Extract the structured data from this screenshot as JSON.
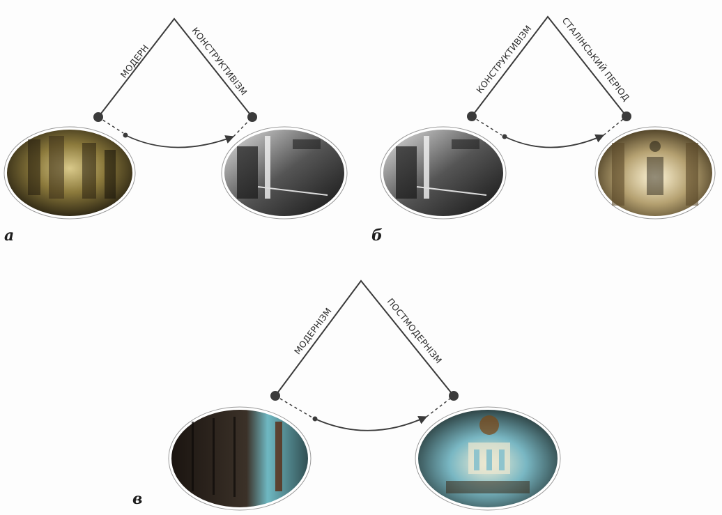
{
  "panels": [
    {
      "letter": "а",
      "left_label": "МОДЕРН",
      "right_label": "КОНСТРУКТИВІЗМ",
      "left_photo": "interior-dark-gold-ornate",
      "right_photo": "interior-black-white-reading-hall"
    },
    {
      "letter": "б",
      "left_label": "КОНСТРУКТИВІЗМ",
      "right_label": "СТАЛІНСЬКИЙ ПЕРІОД",
      "left_photo": "interior-black-white-reading-hall",
      "right_photo": "interior-columned-metro-hall"
    },
    {
      "letter": "в",
      "left_label": "МОДЕРНІЗМ",
      "right_label": "ПОСТМОДЕРНІЗМ",
      "left_photo": "interior-glass-lobby-teal",
      "right_photo": "interior-chandelier-hall-teal"
    }
  ],
  "colors": {
    "line": "#3a3a3a",
    "node": "#3b3b3b",
    "photo_border": "#ffffff"
  }
}
